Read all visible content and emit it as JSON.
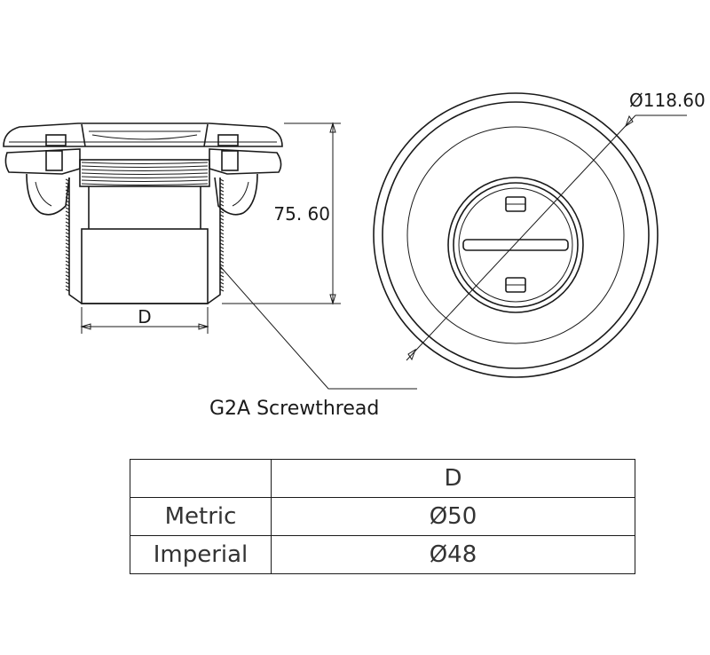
{
  "drawing": {
    "diameter_label": "Ø118.60",
    "height_label": "75. 60",
    "d_label": "D",
    "thread_label": "G2A Screwthread"
  },
  "table": {
    "header": [
      "",
      "D"
    ],
    "rows": [
      {
        "label": "Metric",
        "value": "Ø50"
      },
      {
        "label": "Imperial",
        "value": "Ø48"
      }
    ]
  }
}
